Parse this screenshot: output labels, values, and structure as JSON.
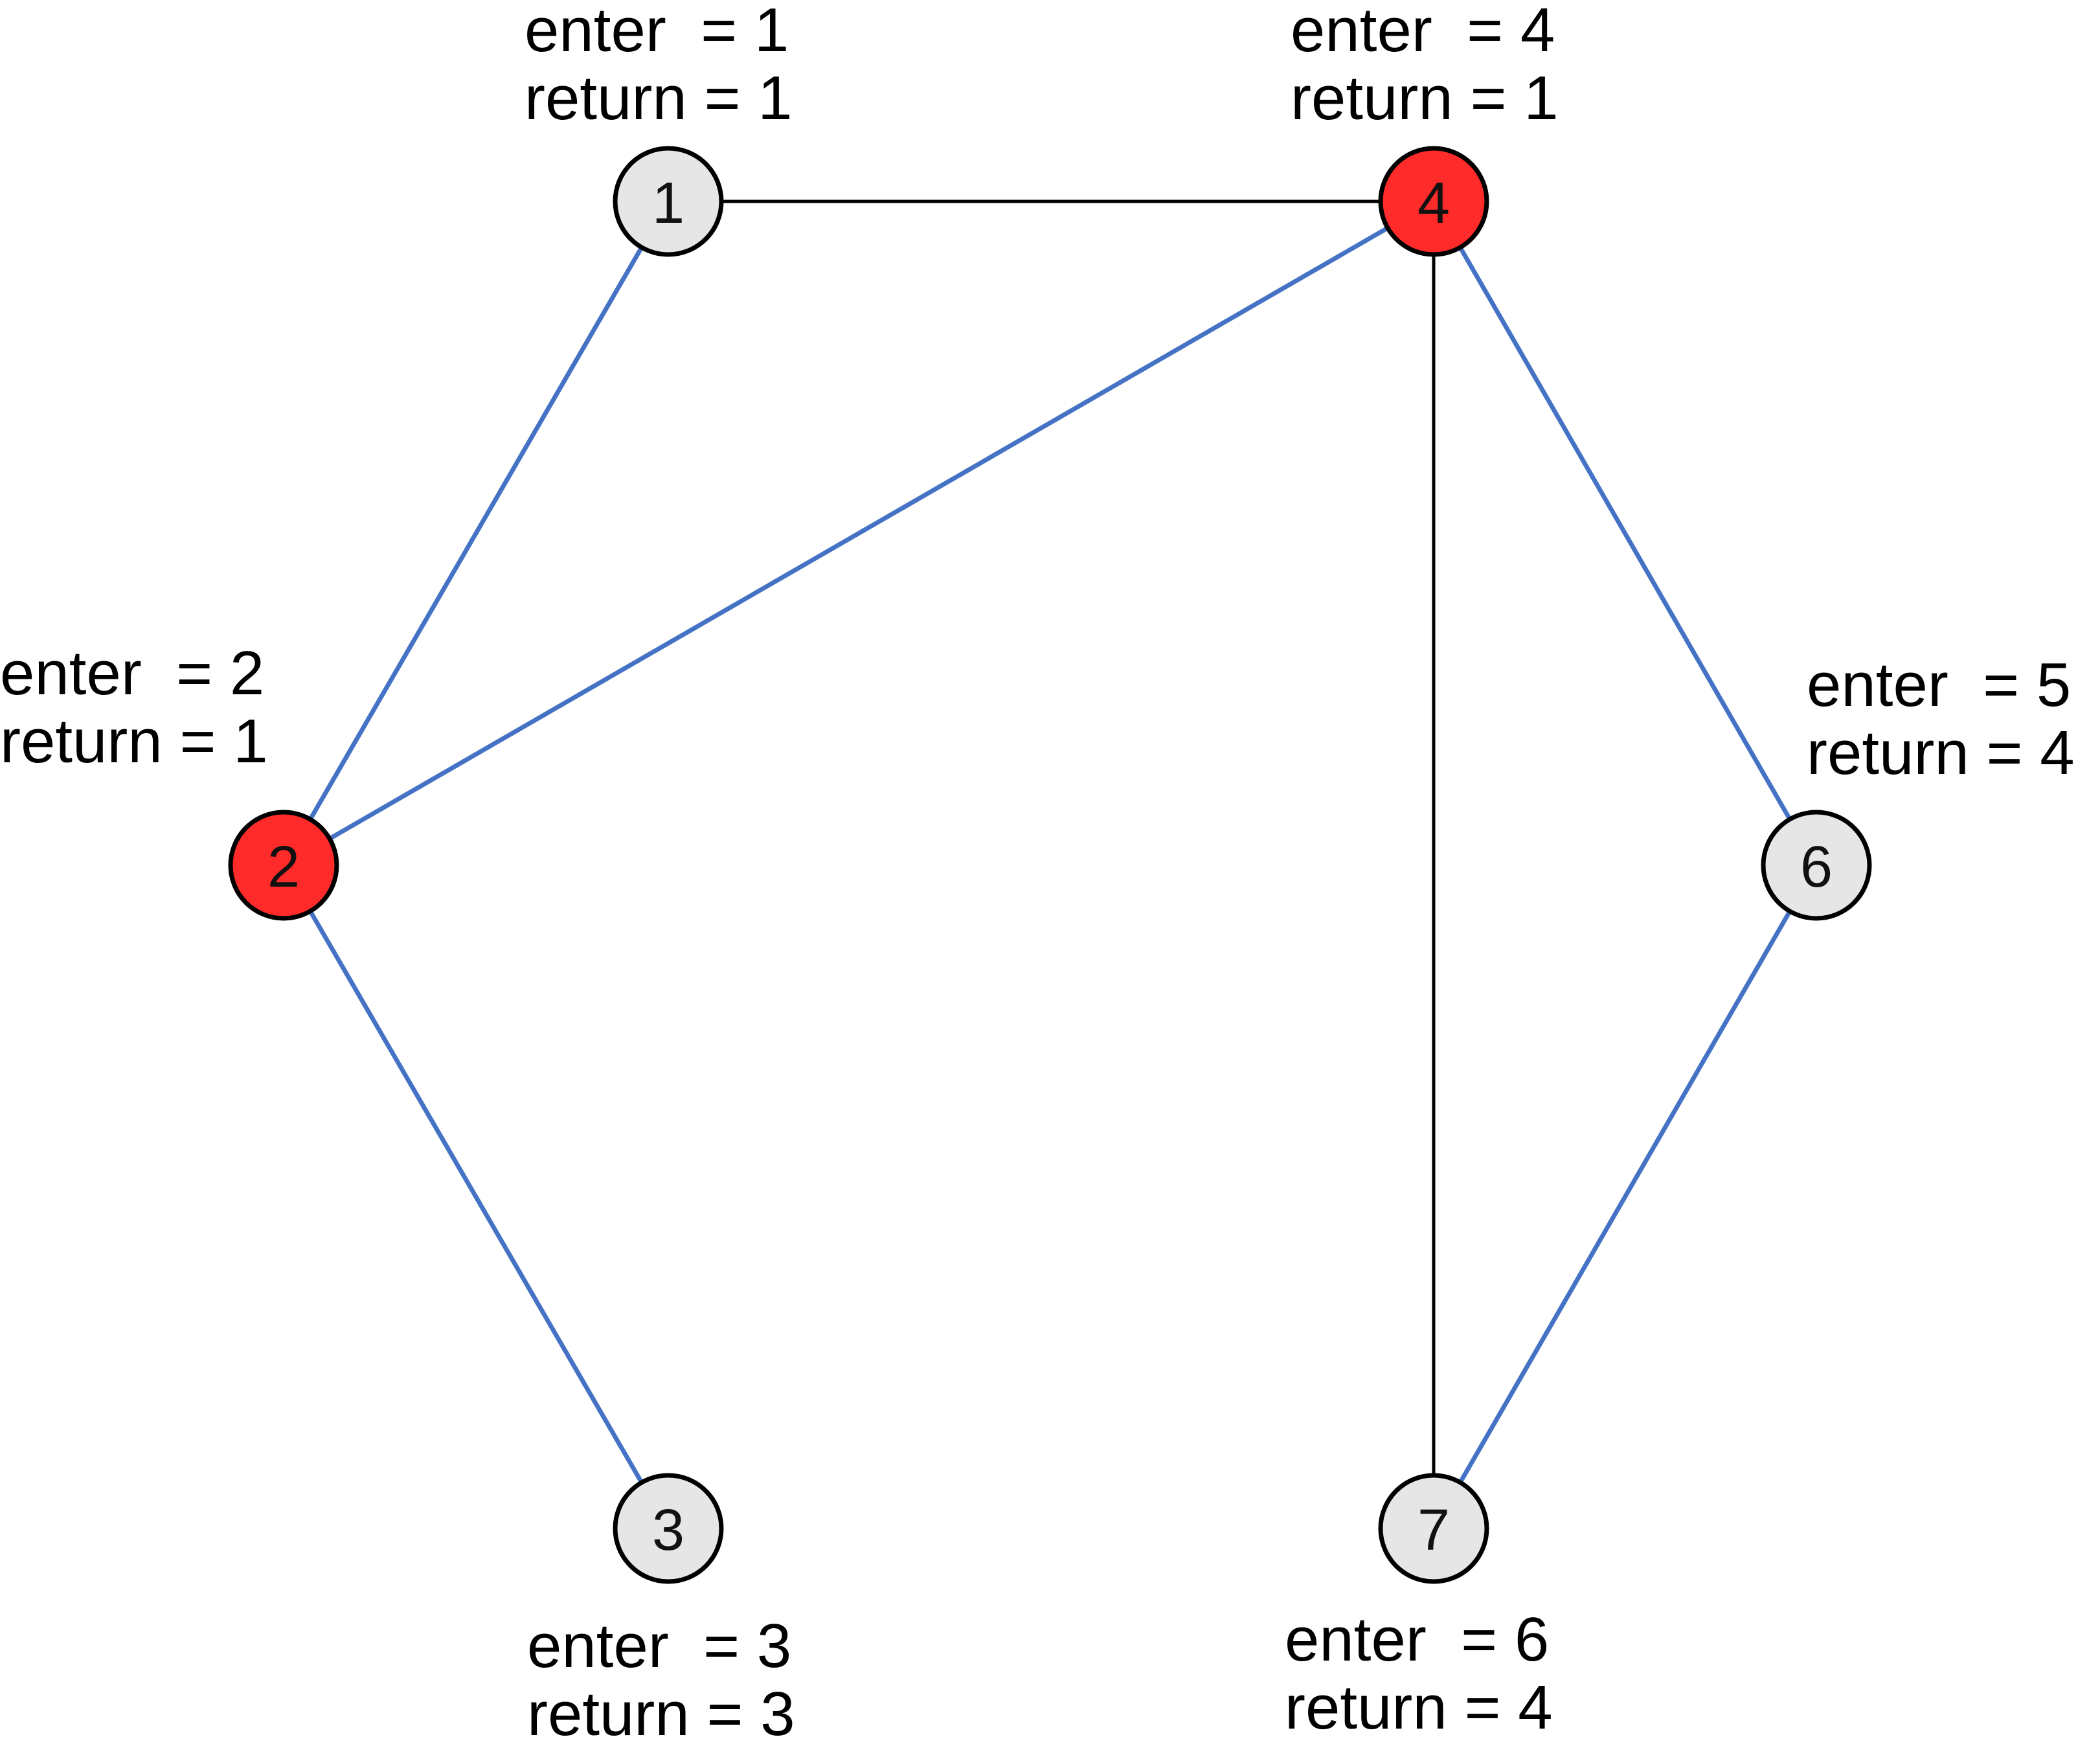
{
  "colors": {
    "tree_edge": "#4472C4",
    "back_edge": "#000000",
    "node_default_fill": "#E6E6E6",
    "node_articulation_fill": "#FF2A2A",
    "node_stroke": "#000000"
  },
  "nodes": [
    {
      "id": "1",
      "label": "1",
      "articulation": false,
      "enter_line": "enter  = 1",
      "return_line": "return = 1"
    },
    {
      "id": "2",
      "label": "2",
      "articulation": true,
      "enter_line": "enter  = 2",
      "return_line": "return = 1"
    },
    {
      "id": "3",
      "label": "3",
      "articulation": false,
      "enter_line": "enter  = 3",
      "return_line": "return = 3"
    },
    {
      "id": "4",
      "label": "4",
      "articulation": true,
      "enter_line": "enter  = 4",
      "return_line": "return = 1"
    },
    {
      "id": "6",
      "label": "6",
      "articulation": false,
      "enter_line": "enter  = 5",
      "return_line": "return = 4"
    },
    {
      "id": "7",
      "label": "7",
      "articulation": false,
      "enter_line": "enter  = 6",
      "return_line": "return = 4"
    }
  ],
  "edges": [
    {
      "from": "1",
      "to": "2",
      "kind": "tree"
    },
    {
      "from": "2",
      "to": "3",
      "kind": "tree"
    },
    {
      "from": "2",
      "to": "4",
      "kind": "tree"
    },
    {
      "from": "4",
      "to": "6",
      "kind": "tree"
    },
    {
      "from": "6",
      "to": "7",
      "kind": "tree"
    },
    {
      "from": "1",
      "to": "4",
      "kind": "back"
    },
    {
      "from": "4",
      "to": "7",
      "kind": "back"
    }
  ]
}
